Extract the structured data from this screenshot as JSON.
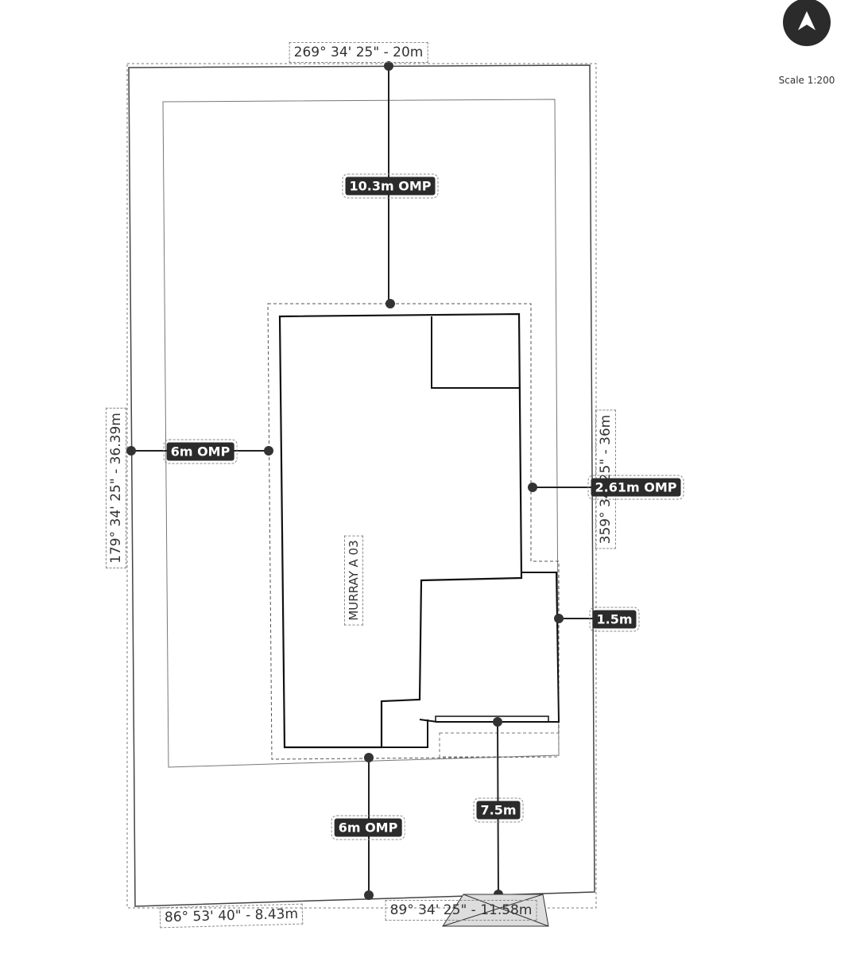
{
  "north_arrow": {
    "icon": "north-arrow-icon"
  },
  "scale": "Scale 1:200",
  "boundaries": {
    "top": "269° 34' 25\" - 20m",
    "left": "179° 34' 25\" - 36.39m",
    "right": "359° 34' 25\" - 36m",
    "bottom_left": "86° 53' 40\" - 8.43m",
    "bottom_right": "89° 34' 25\" - 11.58m"
  },
  "setbacks": {
    "front": "10.3m OMP",
    "left": "6m OMP",
    "right": "2.61m OMP",
    "right_garage": "1.5m",
    "rear": "6m OMP",
    "rear_garage": "7.5m"
  },
  "building_label": "MURRAY A 03"
}
